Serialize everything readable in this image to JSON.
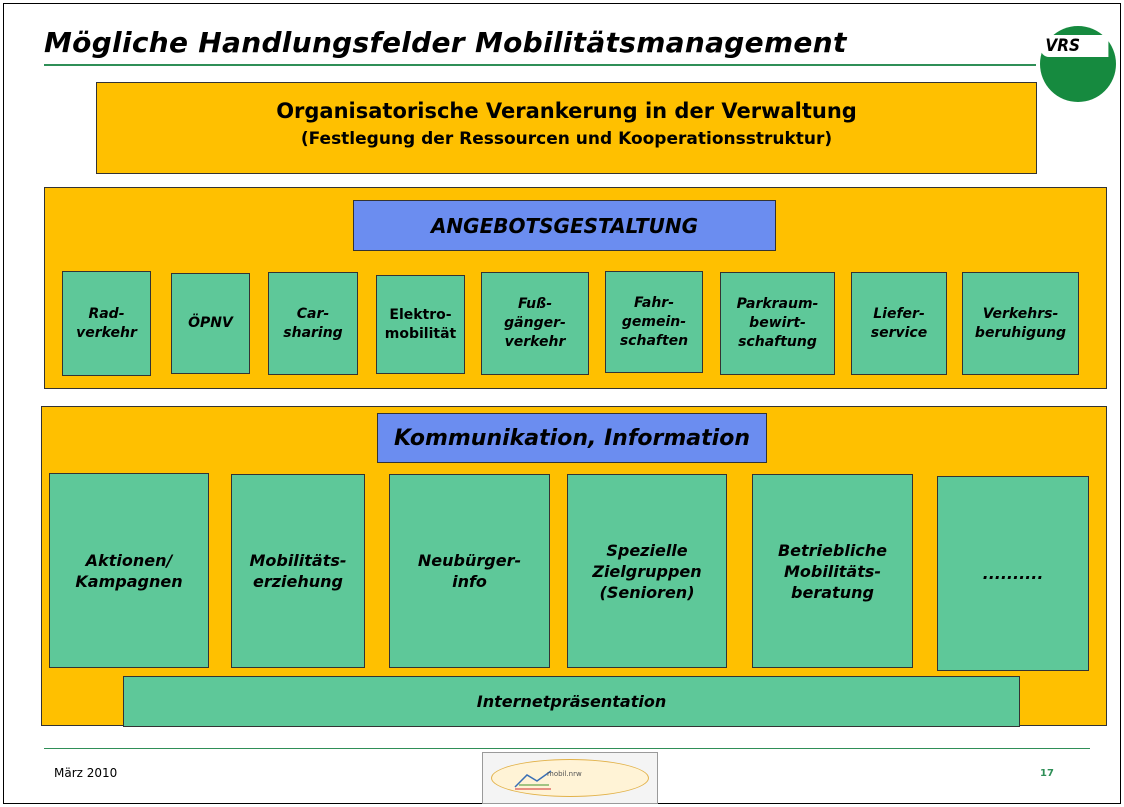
{
  "title": "Mögliche  Handlungsfelder Mobilitätsmanagement",
  "logo_text": "VRS",
  "organisation": {
    "line1": "Organisatorische Verankerung in der Verwaltung",
    "line2": "(Festlegung der Ressourcen und Kooperationsstruktur)"
  },
  "angebot": {
    "header": "ANGEBOTSGESTALTUNG",
    "items": [
      "Rad-\nverkehr",
      "ÖPNV",
      "Car-\nsharing",
      "Elektro-\nmobilität",
      "Fuß-\ngänger-\nverkehr",
      "Fahr-\ngemein-\nschaften",
      "Parkraum-\nbewirt-\nschaftung",
      "Liefer-\nservice",
      "Verkehrs-\nberuhigung"
    ]
  },
  "kommunikation": {
    "header": "Kommunikation, Information",
    "items": [
      "Aktionen/\nKampagnen",
      "Mobilitäts-\nerziehung",
      "Neubürger-\ninfo",
      "Spezielle\nZielgruppen\n(Senioren)",
      "Betriebliche\nMobilitäts-\nberatung",
      ".........."
    ],
    "footer_bar": "Internetpräsentation"
  },
  "footer": {
    "date": "März 2010",
    "page": "17",
    "logo_caption": "mobil.nrw"
  },
  "colors": {
    "orange": "#ffc000",
    "blue_header": "#6b8df0",
    "green_box": "#5ec899",
    "rule_green": "#2f8f57"
  }
}
